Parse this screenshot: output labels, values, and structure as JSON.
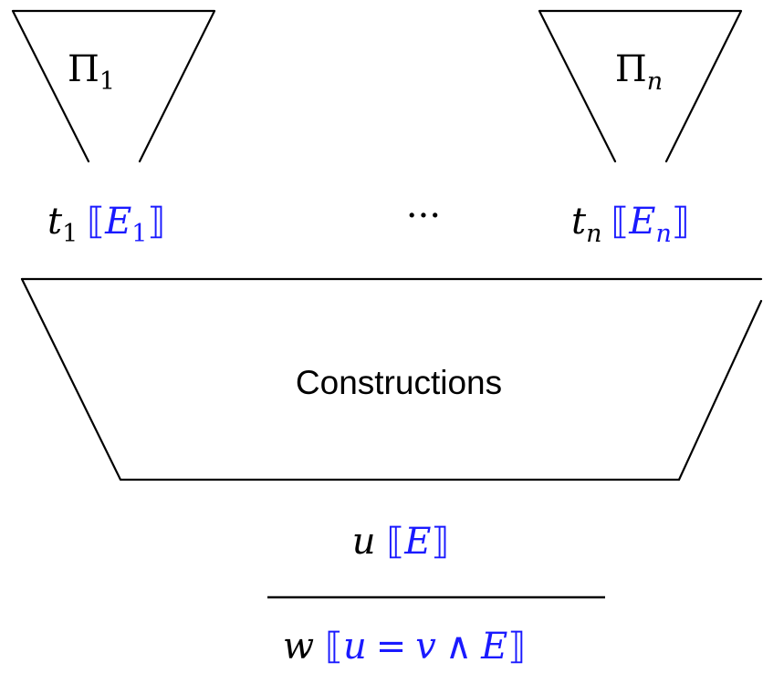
{
  "diagram": {
    "left_subproof": {
      "label": "Π",
      "index": "1"
    },
    "right_subproof": {
      "label": "Π",
      "index": "n"
    },
    "left_premise": {
      "term": "t",
      "term_index": "1",
      "open_bracket": "⟦",
      "env": "E",
      "env_index": "1",
      "close_bracket": "⟧"
    },
    "ellipsis": "···",
    "right_premise": {
      "term": "t",
      "term_index": "n",
      "open_bracket": "⟦",
      "env": "E",
      "env_index": "n",
      "close_bracket": "⟧"
    },
    "box_label": "Constructions",
    "conclusion": {
      "term": "u",
      "open_bracket": "⟦",
      "env": "E",
      "close_bracket": "⟧"
    },
    "result": {
      "term": "w",
      "open_bracket": "⟦",
      "lhs": "u",
      "eq": "=",
      "rhs": "v",
      "and": "∧",
      "env": "E",
      "close_bracket": "⟧"
    },
    "colors": {
      "ink": "#000000",
      "annotation": "#1a1aff"
    }
  }
}
